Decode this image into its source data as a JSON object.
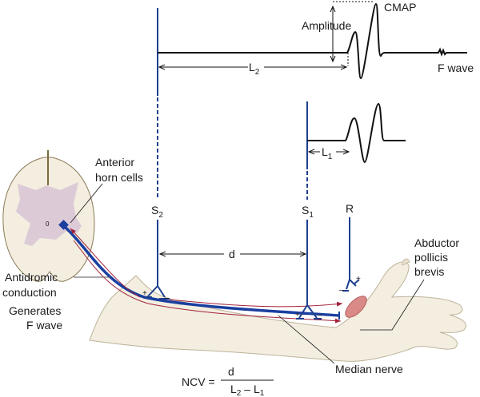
{
  "colors": {
    "electrode": "#1f3f8f",
    "nerve": "#1a3fa0",
    "conduction_arrow": "#a3203a",
    "skin": "#f3eee0",
    "gray_matter": "#dccbd6",
    "muscle": "#d98a86"
  },
  "labels": {
    "cmap": "CMAP",
    "amplitude": "Amplitude",
    "l2": "L",
    "l2_sub": "2",
    "f_wave_top": "F wave",
    "l1": "L",
    "l1_sub": "1",
    "s2": "S",
    "s2_sub": "2",
    "s1": "S",
    "s1_sub": "1",
    "r": "R",
    "d": "d",
    "anterior_horn": [
      "Anterior",
      "horn cells"
    ],
    "antidromic": [
      "Antidromic",
      "conduction"
    ],
    "generates": [
      "Generates",
      "F wave"
    ],
    "apb": [
      "Abductor",
      "pollicis",
      "brevis"
    ],
    "median_nerve": "Median nerve",
    "central_canal": "0",
    "plus": "+",
    "minus": "–"
  },
  "formula": {
    "lhs": "NCV =",
    "numerator": "d",
    "den_a": "L",
    "den_a_sub": "2",
    "den_op": " – ",
    "den_b": "L",
    "den_b_sub": "1"
  }
}
